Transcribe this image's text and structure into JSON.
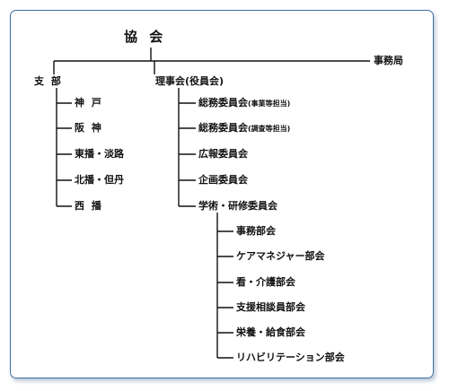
{
  "nodes": {
    "association": "協 会",
    "secretariat": "事務局",
    "branches": "支 部",
    "board": "理事会(役員会)",
    "general_committee": "総務委員会",
    "general_committee_note_1": "(事業等担当)",
    "general_committee_2": "総務委員会",
    "general_committee_note_2": "(調査等担当)",
    "pr_committee": "広報委員会",
    "planning_committee": "企画委員会",
    "training_committee": "学術・研修委員会"
  },
  "branch_list": [
    "神 戸",
    "阪 神",
    "東播・淡路",
    "北播・但丹",
    "西 播"
  ],
  "subcommittees": [
    "事務部会",
    "ケアマネジャー部会",
    "看・介護部会",
    "支援相談員部会",
    "栄養・給食部会",
    "リハビリテーション部会"
  ],
  "colors": {
    "frame": "#3d6fa8",
    "line": "#111111"
  }
}
